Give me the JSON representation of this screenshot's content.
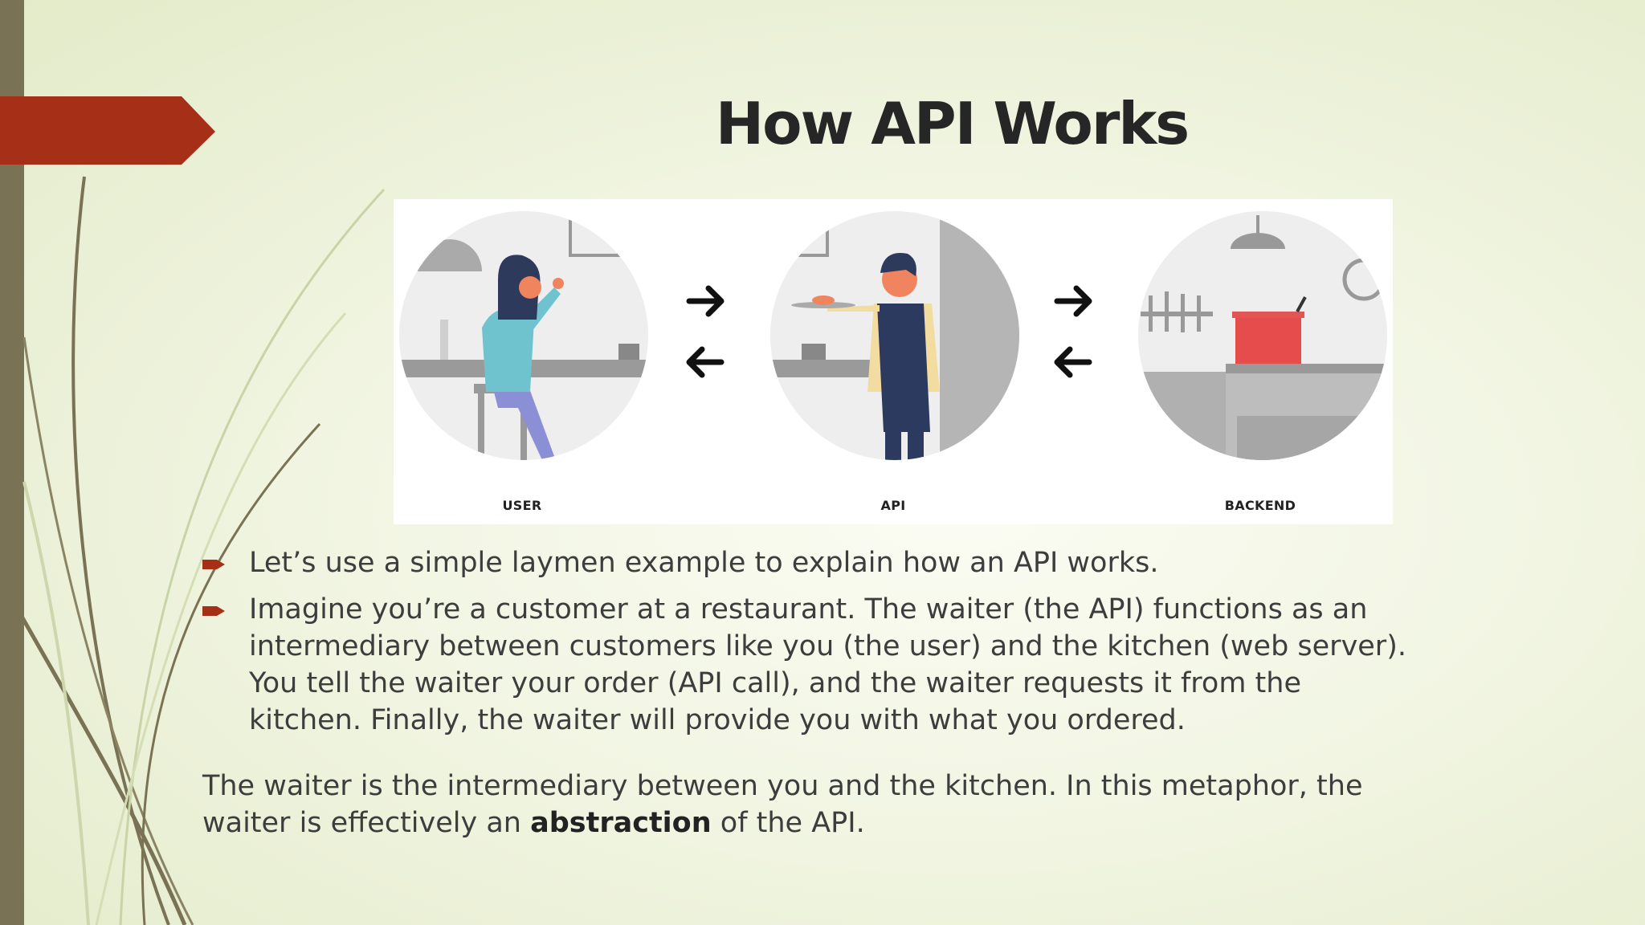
{
  "slide": {
    "title": "How API Works"
  },
  "diagram": {
    "labels": [
      "USER",
      "API",
      "BACKEND"
    ]
  },
  "bullets": [
    "Let’s use a simple laymen example to explain how an API works.",
    "Imagine you’re a customer at a restaurant. The waiter (the API) functions as an intermediary between customers like you (the user) and the kitchen (web server). You tell the waiter your order (API call), and the waiter requests it from the kitchen. Finally, the waiter will provide you with what you ordered."
  ],
  "summary": {
    "before": "The waiter is the intermediary between you and the kitchen. In this metaphor, the waiter is effectively an ",
    "bold": "abstraction",
    "after": " of the API."
  },
  "colors": {
    "accent": "#a52f17",
    "left_bar": "#7a7254",
    "title": "#262626"
  }
}
